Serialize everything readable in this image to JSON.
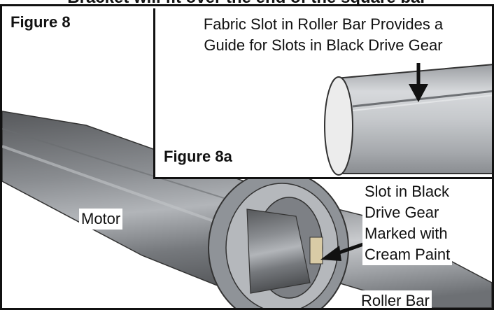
{
  "header": {
    "text": "Bracket will fit over the end of the square bar"
  },
  "figure": {
    "label": "Figure 8"
  },
  "inset": {
    "label": "Figure 8a",
    "caption_line1": "Fabric Slot in Roller Bar Provides a",
    "caption_line2": "Guide for Slots in Black Drive Gear"
  },
  "callouts": {
    "motor": "Motor",
    "slot_line1": "Slot in Black",
    "slot_line2": "Drive Gear",
    "slot_line3": "Marked with",
    "slot_line4": "Cream Paint",
    "roller_bar": "Roller Bar"
  },
  "colors": {
    "motor_dark": "#5f6164",
    "motor_mid": "#7b7e82",
    "motor_light": "#a9acb0",
    "gear": "#9a9ea3",
    "roller_light": "#d3d5d8",
    "roller_mid": "#b4b7bb",
    "arrow": "#111111"
  }
}
